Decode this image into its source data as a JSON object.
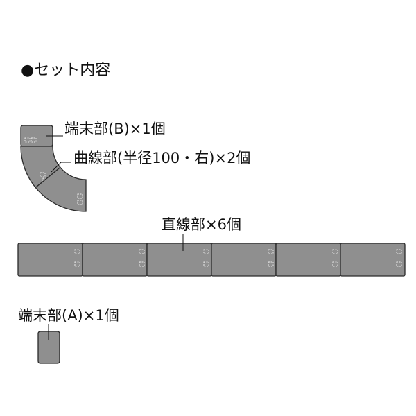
{
  "heading": "●セット内容",
  "labels": {
    "end_b": "端末部(B)×1個",
    "curve": "曲線部(半径100・右)×2個",
    "straight": "直線部×6個",
    "end_a": "端末部(A)×1個"
  },
  "colors": {
    "part_fill": "#8f8f8f",
    "outline": "#2a2a2a"
  }
}
